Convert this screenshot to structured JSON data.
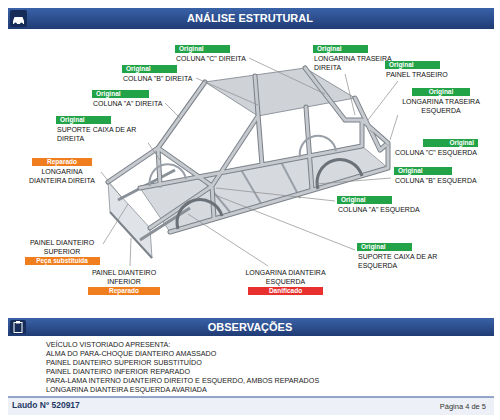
{
  "diagram": {
    "title": "ANÁLISE ESTRUTURAL",
    "nodes": [
      {
        "text": [
          "Original",
          "COLUNA \"C\" DIREITA"
        ]
      },
      {
        "text": [
          "Original",
          "LONGARINA TRASEIRA DIREITA"
        ]
      },
      {
        "text": [
          "Original",
          "PAINEL TRASEIRO"
        ]
      },
      {
        "text": [
          "Original",
          "COLUNA \"B\" DIREITA"
        ]
      },
      {
        "text": [
          "Original",
          "LONGARINA TRASEIRA ESQUERDA"
        ]
      },
      {
        "text": [
          "Original",
          "COLUNA \"A\" DIREITA"
        ]
      },
      {
        "text": [
          "Original",
          "SUPORTE CAIXA DE AR DIREITA"
        ]
      },
      {
        "text": [
          "Original",
          "COLUNA \"C\" ESQUERDA"
        ]
      },
      {
        "text": [
          "Reparado",
          "LONGARINA DIANTEIRA DIREITA"
        ]
      },
      {
        "text": [
          "Original",
          "COLUNA \"B\" ESQUERDA"
        ]
      },
      {
        "text": [
          "Original",
          "COLUNA \"A\" ESQUERDA"
        ]
      },
      {
        "text": [
          "PAINEL DIANTEIRO SUPERIOR",
          "Peça substituída"
        ]
      },
      {
        "text": [
          "Original",
          "SUPORTE CAIXA DE AR ESQUERDA"
        ]
      },
      {
        "text": [
          "PAINEL DIANTEIRO INFERIOR",
          "Reparado"
        ]
      },
      {
        "text": [
          "LONGARINA DIANTEIRA ESQUERDA",
          "Danificado"
        ]
      }
    ],
    "labels": [
      "OBSERVAÇÕES",
      "VEÍCULO VISTORIADO APRESENTA:",
      "ALMA DO PARA-CHOQUE DIANTEIRO AMASSADO",
      "PAINEL DIANTEIRO SUPERIOR SUBSTITUÍDO",
      "PAINEL DIANTEIRO INFERIOR REPARADO",
      "PARA-LAMA INTERNO DIANTEIRO DIREITO E ESQUERDO, AMBOS REPARADOS",
      "LONGARINA DIANTEIRA ESQUERDA AVARIADA",
      "Laudo Nº 520917",
      "Página 4 de 5"
    ]
  }
}
